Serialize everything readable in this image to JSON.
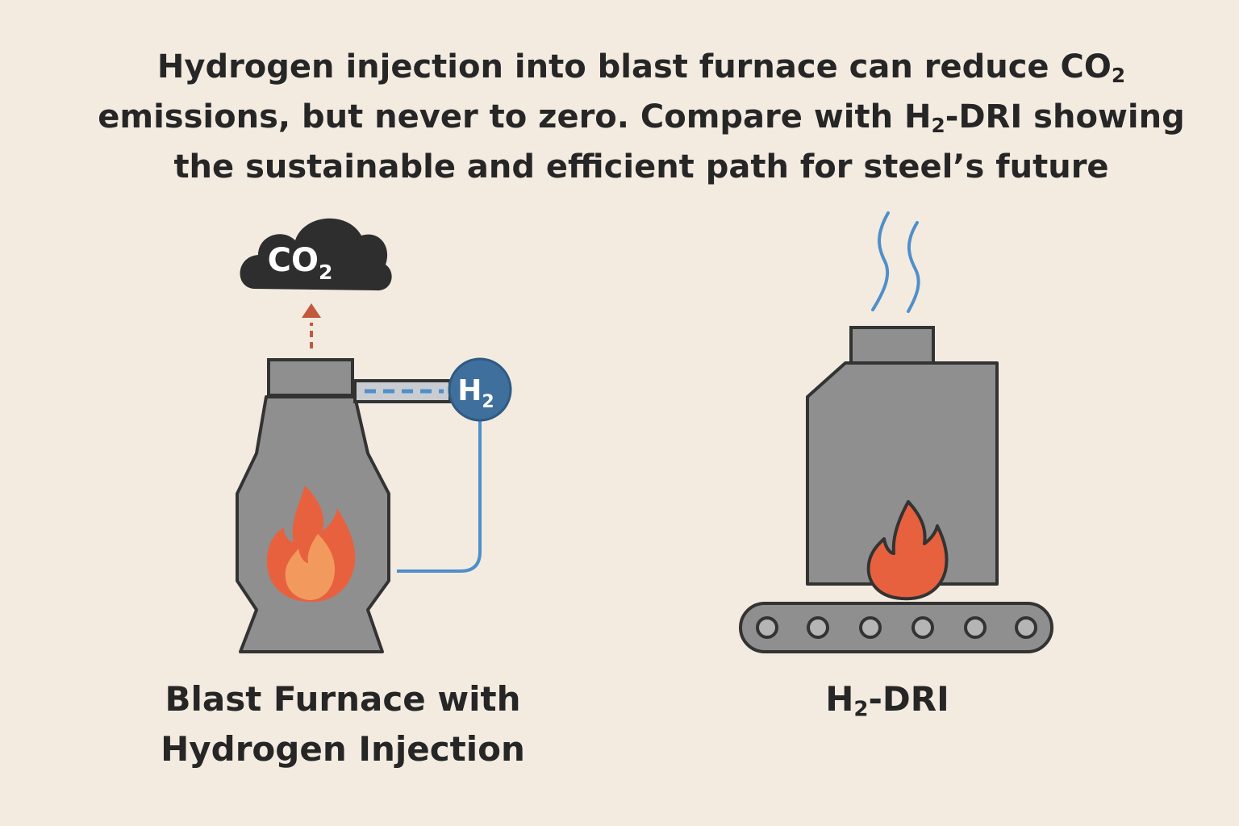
{
  "headline": {
    "line1_a": "Hydrogen injection into blast furnace can reduce CO",
    "line1_sub": "2",
    "line2_a": "emissions, but never to zero. Compare with H",
    "line2_sub": "2",
    "line2_b": "-DRI showing",
    "line3": "the sustainable and efficient path for steel’s future"
  },
  "blast_furnace": {
    "cloud_label_main": "CO",
    "cloud_label_sub": "2",
    "h2_label_main": "H",
    "h2_label_sub": "2",
    "caption_line1": "Blast Furnace with",
    "caption_line2": "Hydrogen Injection"
  },
  "dri": {
    "caption_main": "H",
    "caption_sub": "2",
    "caption_rest": "-DRI"
  },
  "colors": {
    "background": "#f3ebe0",
    "outline": "#333333",
    "steel_gray": "#8f8f8f",
    "cloud_dark": "#2e2e2e",
    "hydrogen_blue": "#3f6f9c",
    "pipe_blue": "#4f8fca",
    "co2_arrow": "#c2583f",
    "flame_outer": "#e8613f",
    "flame_inner": "#f29a5e"
  }
}
